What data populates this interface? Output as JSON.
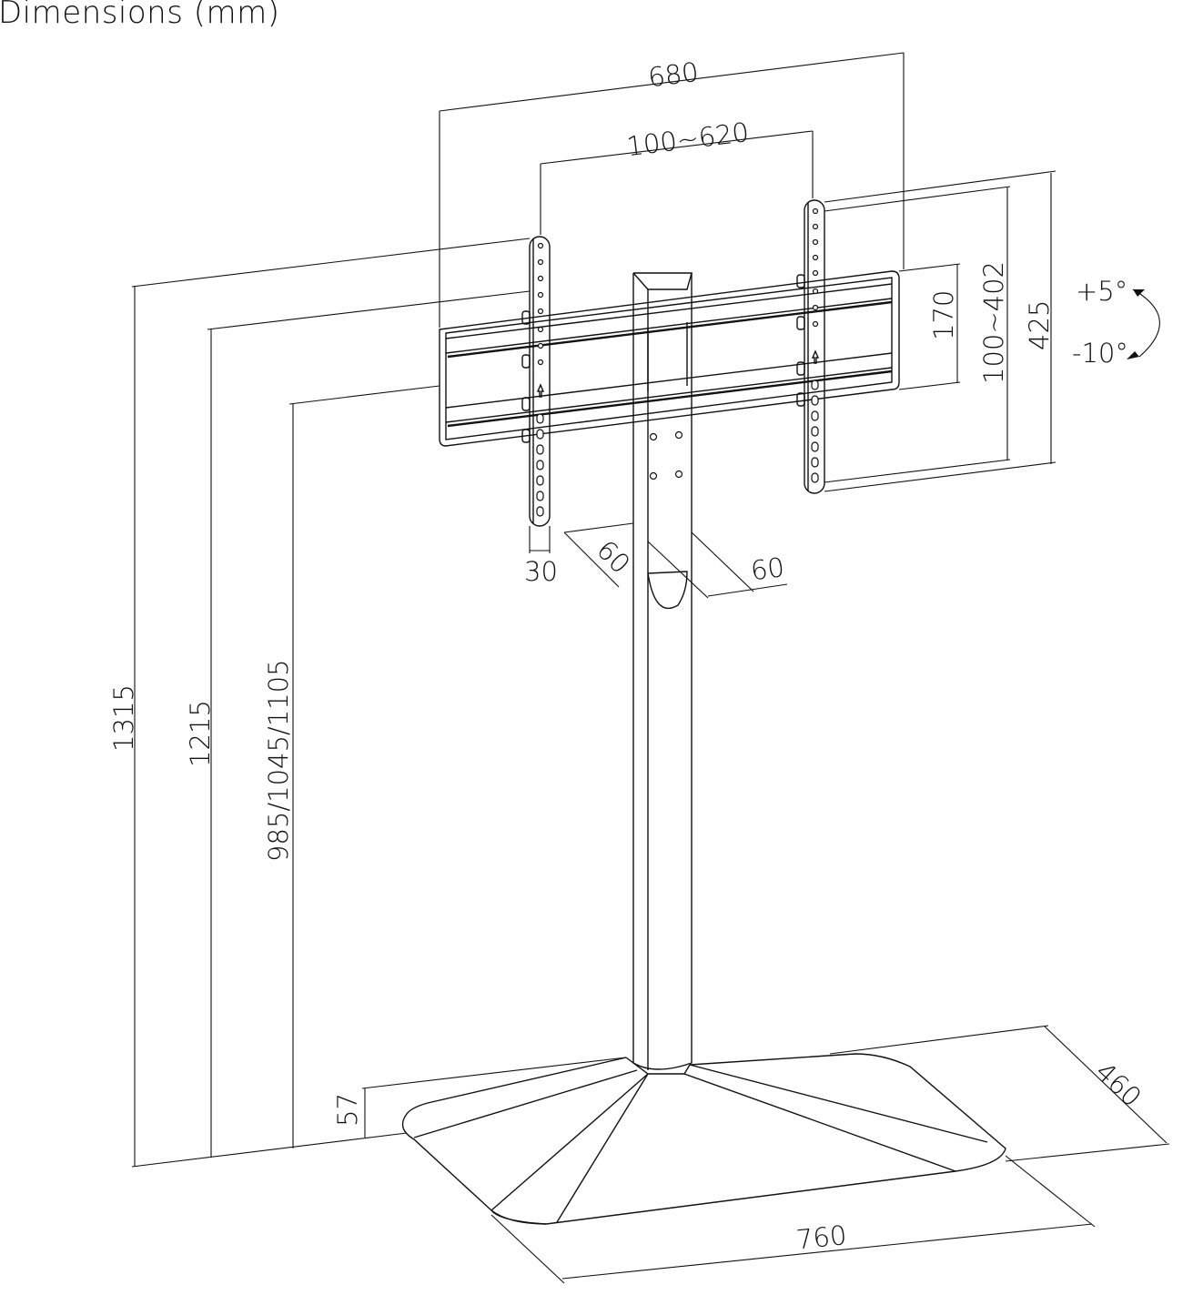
{
  "title": "Dimensions (mm)",
  "line_color": "#111111",
  "background": "#ffffff",
  "dimensions": {
    "overall_width": "680",
    "vesa_width": "100~620",
    "vesa_height": "100~402",
    "bracket_height": "425",
    "crossbar_height": "170",
    "tilt_up": "+5°",
    "tilt_down": "-10°",
    "total_height": "1315",
    "frame_height": "1215",
    "center_heights": "985/1045/1105",
    "base_thickness": "57",
    "base_width": "760",
    "base_depth": "460",
    "bracket_width": "30",
    "pole_depth": "60",
    "pole_width": "60"
  }
}
